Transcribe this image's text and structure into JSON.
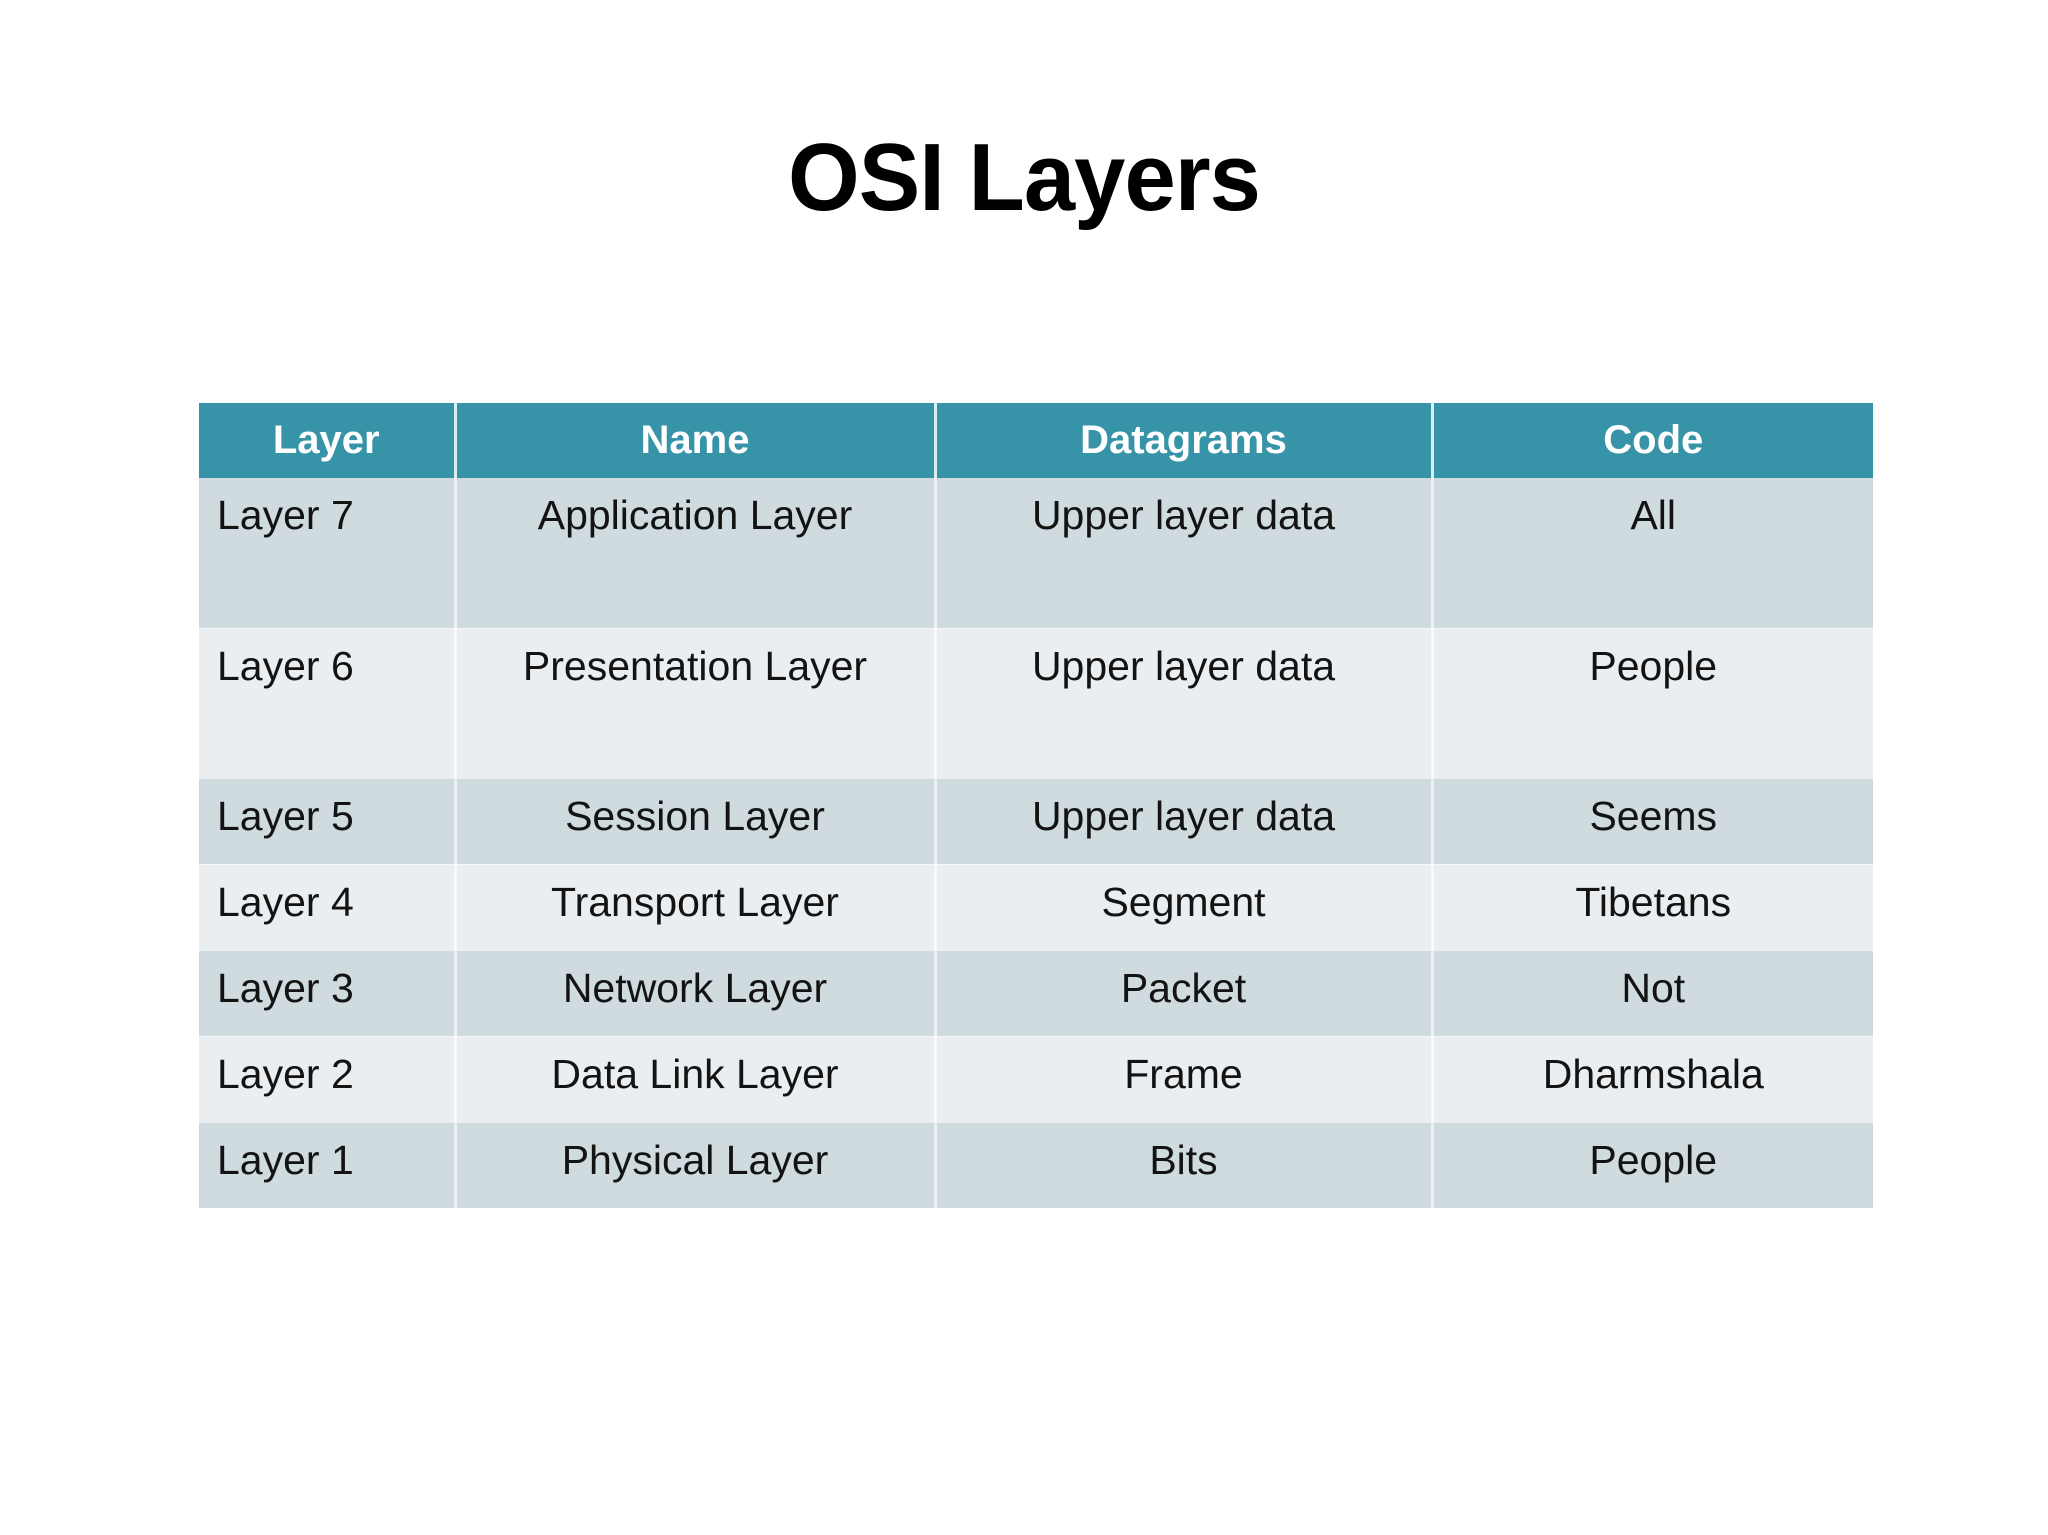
{
  "slide": {
    "title": "OSI Layers",
    "background_color": "#ffffff",
    "accent_color": "#3793A7",
    "row_color_odd": "#cfdbdf",
    "row_color_even": "#eaeef1",
    "header_text_color": "#ffffff",
    "body_text_color": "#131313"
  },
  "table": {
    "columns": [
      {
        "key": "layer",
        "label": "Layer",
        "align": "left"
      },
      {
        "key": "name",
        "label": "Name",
        "align": "center"
      },
      {
        "key": "datagrams",
        "label": "Datagrams",
        "align": "center"
      },
      {
        "key": "code",
        "label": "Code",
        "align": "center"
      }
    ],
    "rows": [
      {
        "layer": "Layer 7",
        "name": "Application Layer",
        "datagrams": "Upper layer data",
        "code": "All"
      },
      {
        "layer": "Layer 6",
        "name": "Presentation Layer",
        "datagrams": "Upper layer data",
        "code": "People"
      },
      {
        "layer": "Layer 5",
        "name": "Session Layer",
        "datagrams": "Upper layer data",
        "code": "Seems"
      },
      {
        "layer": "Layer 4",
        "name": "Transport Layer",
        "datagrams": "Segment",
        "code": "Tibetans"
      },
      {
        "layer": "Layer 3",
        "name": "Network Layer",
        "datagrams": "Packet",
        "code": "Not"
      },
      {
        "layer": "Layer 2",
        "name": "Data Link Layer",
        "datagrams": "Frame",
        "code": "Dharmshala"
      },
      {
        "layer": "Layer 1",
        "name": "Physical Layer",
        "datagrams": "Bits",
        "code": "People"
      }
    ]
  }
}
